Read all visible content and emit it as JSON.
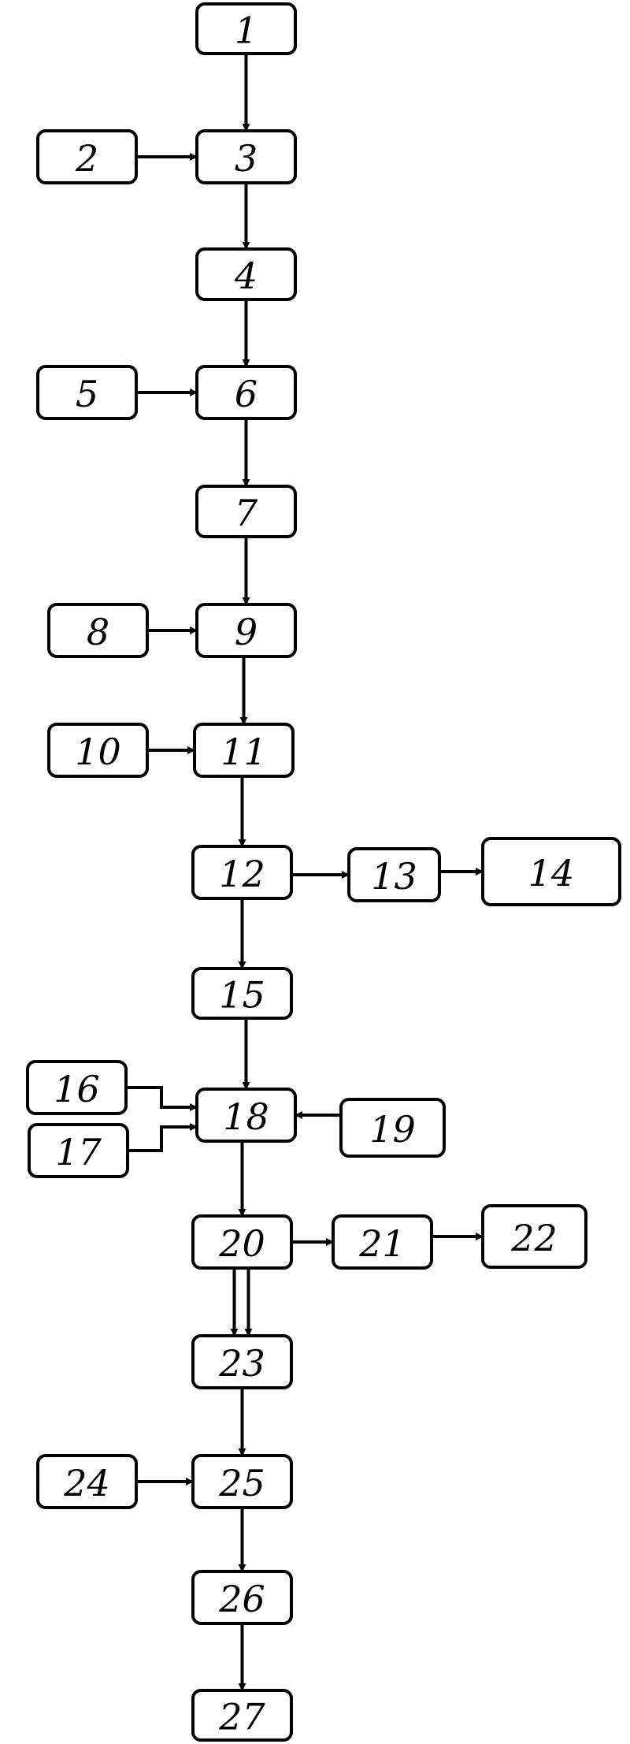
{
  "diagram": {
    "type": "flowchart",
    "nodes": [
      {
        "id": "1",
        "label": "1"
      },
      {
        "id": "2",
        "label": "2"
      },
      {
        "id": "3",
        "label": "3"
      },
      {
        "id": "4",
        "label": "4"
      },
      {
        "id": "5",
        "label": "5"
      },
      {
        "id": "6",
        "label": "6"
      },
      {
        "id": "7",
        "label": "7"
      },
      {
        "id": "8",
        "label": "8"
      },
      {
        "id": "9",
        "label": "9"
      },
      {
        "id": "10",
        "label": "10"
      },
      {
        "id": "11",
        "label": "11"
      },
      {
        "id": "12",
        "label": "12"
      },
      {
        "id": "13",
        "label": "13"
      },
      {
        "id": "14",
        "label": "14"
      },
      {
        "id": "15",
        "label": "15"
      },
      {
        "id": "16",
        "label": "16"
      },
      {
        "id": "17",
        "label": "17"
      },
      {
        "id": "18",
        "label": "18"
      },
      {
        "id": "19",
        "label": "19"
      },
      {
        "id": "20",
        "label": "20"
      },
      {
        "id": "21",
        "label": "21"
      },
      {
        "id": "22",
        "label": "22"
      },
      {
        "id": "23",
        "label": "23"
      },
      {
        "id": "24",
        "label": "24"
      },
      {
        "id": "25",
        "label": "25"
      },
      {
        "id": "26",
        "label": "26"
      },
      {
        "id": "27",
        "label": "27"
      }
    ],
    "edges": [
      [
        "1",
        "3"
      ],
      [
        "2",
        "3"
      ],
      [
        "3",
        "4"
      ],
      [
        "4",
        "6"
      ],
      [
        "5",
        "6"
      ],
      [
        "6",
        "7"
      ],
      [
        "7",
        "9"
      ],
      [
        "8",
        "9"
      ],
      [
        "9",
        "11"
      ],
      [
        "10",
        "11"
      ],
      [
        "11",
        "12"
      ],
      [
        "12",
        "13"
      ],
      [
        "13",
        "14"
      ],
      [
        "12",
        "15"
      ],
      [
        "15",
        "18"
      ],
      [
        "16",
        "18"
      ],
      [
        "17",
        "18"
      ],
      [
        "19",
        "18"
      ],
      [
        "18",
        "20"
      ],
      [
        "20",
        "21"
      ],
      [
        "21",
        "22"
      ],
      [
        "20",
        "23"
      ],
      [
        "20",
        "23"
      ],
      [
        "23",
        "25"
      ],
      [
        "24",
        "25"
      ],
      [
        "25",
        "26"
      ],
      [
        "26",
        "27"
      ]
    ]
  }
}
